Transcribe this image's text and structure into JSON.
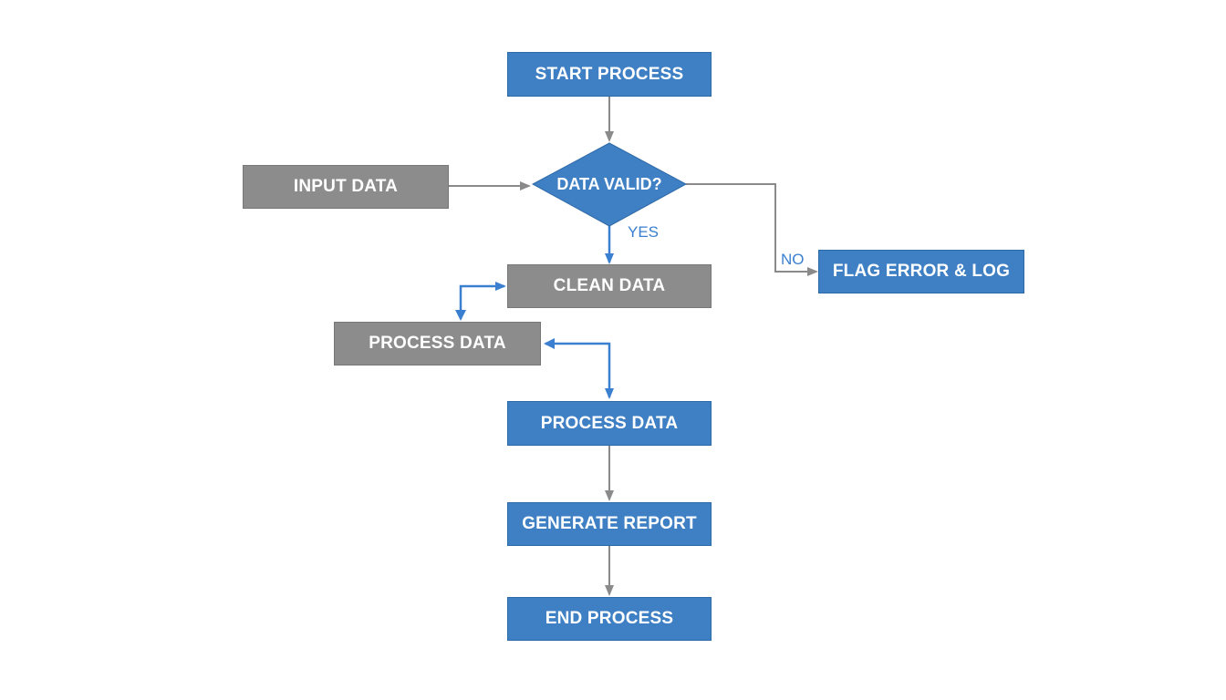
{
  "nodes": {
    "start": "START PROCESS",
    "input": "INPUT DATA",
    "decision": "DATA VALID?",
    "clean": "CLEAN DATA",
    "flag": "FLAG ERROR & LOG",
    "process_left": "PROCESS DATA",
    "process_main": "PROCESS DATA",
    "report": "GENERATE REPORT",
    "end": "END PROCESS"
  },
  "edge_labels": {
    "yes": "YES",
    "no": "NO"
  },
  "colors": {
    "process_blue": "#3f80c5",
    "data_gray": "#8c8c8c",
    "arrow_gray": "#8a8a8a",
    "arrow_blue": "#3a7fd0"
  }
}
